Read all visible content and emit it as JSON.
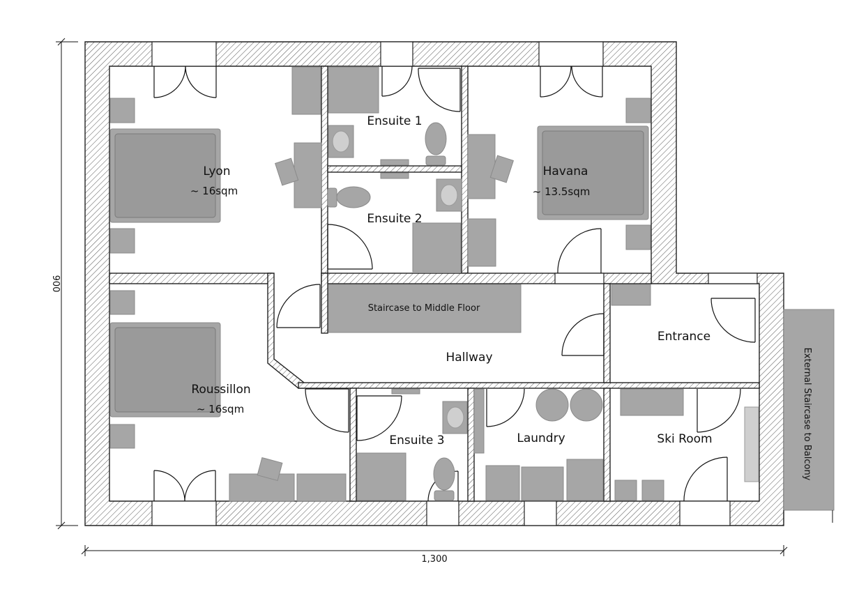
{
  "rooms": {
    "lyon": {
      "name": "Lyon",
      "area": "~ 16sqm"
    },
    "havana": {
      "name": "Havana",
      "area": "~ 13.5sqm"
    },
    "roussillon": {
      "name": "Roussillon",
      "area": "~ 16sqm"
    },
    "ensuite1": {
      "name": "Ensuite 1"
    },
    "ensuite2": {
      "name": "Ensuite 2"
    },
    "ensuite3": {
      "name": "Ensuite 3"
    },
    "hallway": {
      "name": "Hallway"
    },
    "entrance": {
      "name": "Entrance"
    },
    "laundry": {
      "name": "Laundry"
    },
    "ski_room": {
      "name": "Ski Room"
    }
  },
  "labels": {
    "staircase_middle": "Staircase to Middle Floor",
    "external_staircase": "External Staircase to Balcony"
  },
  "dimensions": {
    "width": "1,300",
    "height": "900"
  },
  "colors": {
    "fixture": "#a6a6a6",
    "wall_stroke": "#222222"
  }
}
